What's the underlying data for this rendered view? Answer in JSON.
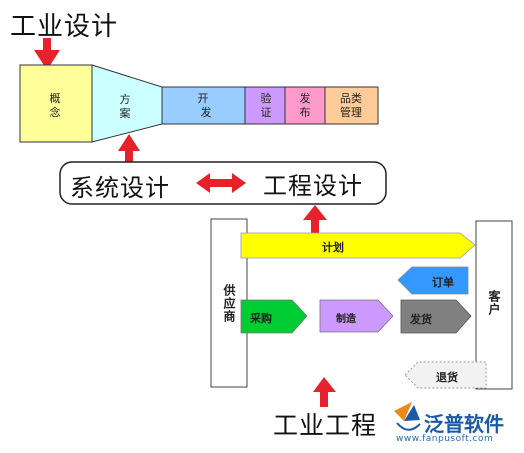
{
  "title_top": "工业设计",
  "stages": [
    {
      "line1": "概",
      "line2": "念"
    },
    {
      "line1": "方",
      "line2": "案"
    },
    {
      "line1": "开",
      "line2": "发"
    },
    {
      "line1": "验",
      "line2": "证"
    },
    {
      "line1": "发",
      "line2": "布"
    },
    {
      "line1": "品类",
      "line2": "管理"
    }
  ],
  "system_design": "系统设计",
  "engineering_design": "工程设计",
  "supplier": "供应商",
  "customer": "客户",
  "flow": {
    "plan": "计划",
    "order": "订单",
    "purchase": "采购",
    "manufacture": "制造",
    "ship": "发货",
    "return": "退货"
  },
  "title_bottom": "工业工程",
  "logo": {
    "name": "泛普软件",
    "url": "www.fanpusoft.com"
  },
  "colors": {
    "concept": "#ffff99",
    "scheme": "#ccffff",
    "develop": "#99ccff",
    "verify": "#cc99ff",
    "publish": "#ff99cc",
    "category": "#ffcc99",
    "arrow_red": "#e8222a",
    "plan": "#ffff00",
    "order": "#3399ff",
    "purchase": "#00cc33",
    "manufacture": "#cc99ff",
    "ship": "#808080"
  }
}
